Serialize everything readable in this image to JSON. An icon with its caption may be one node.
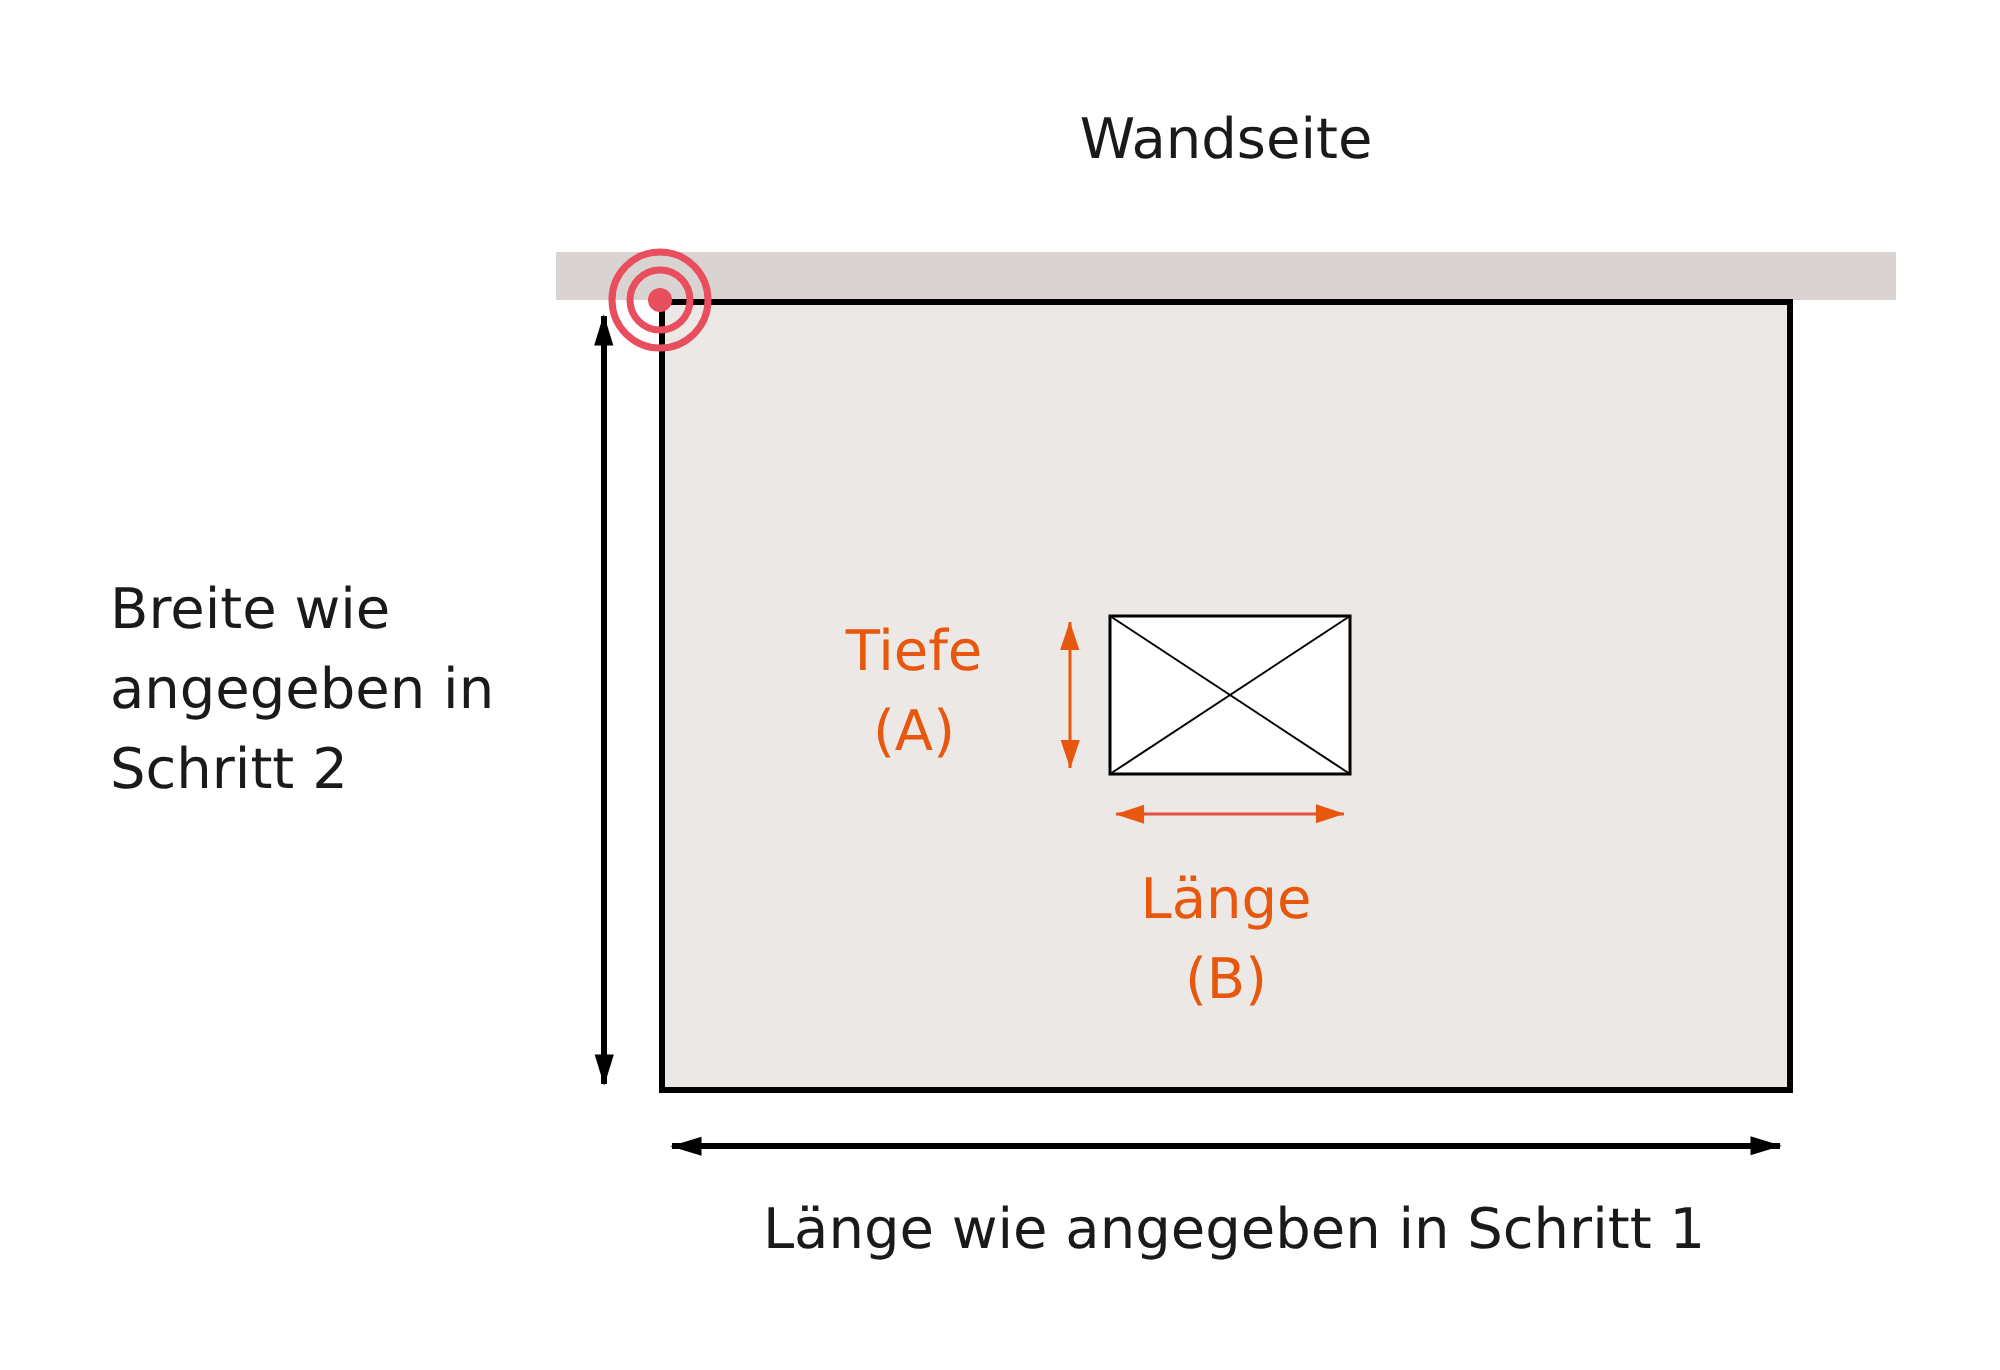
{
  "diagram": {
    "labels": [
      "Wandseite",
      "Breite wie angegeben in Schritt 2",
      "Tiefe (A)",
      "Länge (B)",
      "Länge wie angegeben in Schritt 1"
    ]
  }
}
